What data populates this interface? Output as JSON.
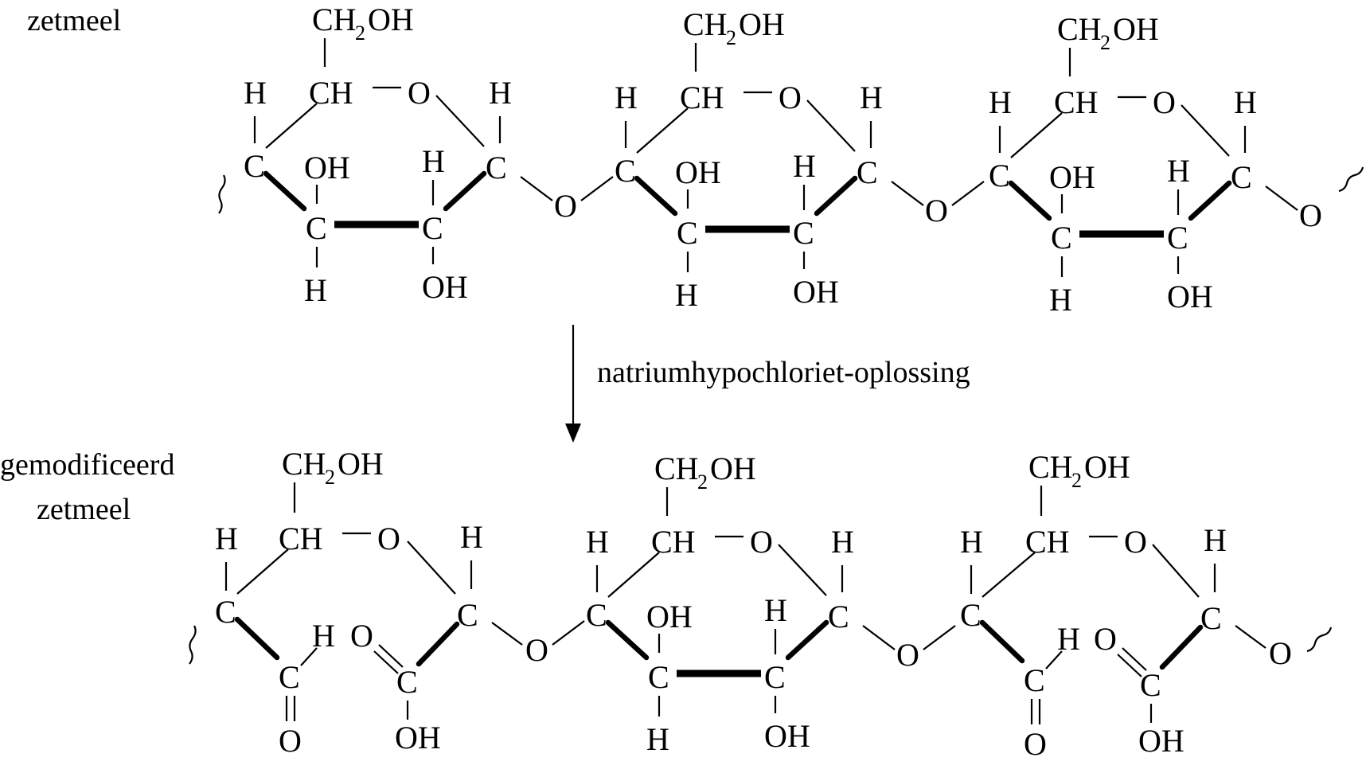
{
  "labels": {
    "starch": "zetmeel",
    "modified_line1": "gemodificeerd",
    "modified_line2": "zetmeel",
    "reagent": "natriumhypochloriet-oplossing"
  },
  "atoms": {
    "ch2oh_main": "CH",
    "ch2oh_sub": "2",
    "ch2oh_tail": "OH",
    "ch": "CH",
    "c": "C",
    "o": "O",
    "h": "H",
    "oh": "OH"
  }
}
